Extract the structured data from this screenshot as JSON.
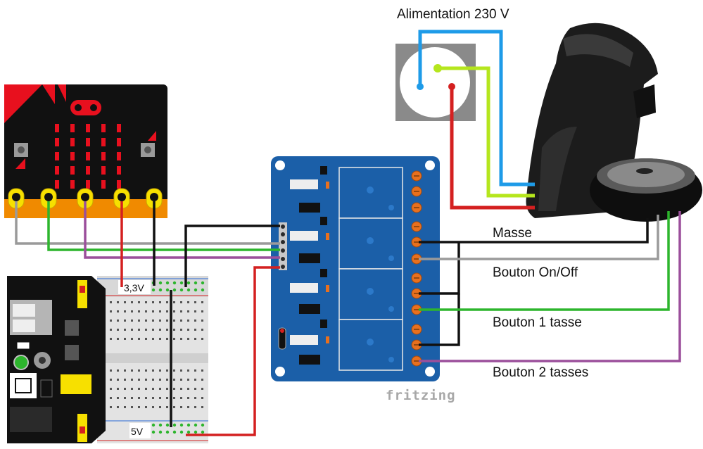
{
  "labels": {
    "power_supply": "Alimentation 230 V",
    "ground": "Masse",
    "button_onoff": "Bouton On/Off",
    "button_1_cup": "Bouton 1 tasse",
    "button_2_cups": "Bouton 2 tasses",
    "rail_3v3": "3,3V",
    "rail_5v": "5V",
    "watermark": "fritzing"
  },
  "colors": {
    "wire_gray": "#9a9a9a",
    "wire_green": "#2db52d",
    "wire_purple": "#9b4f9b",
    "wire_red": "#d42020",
    "wire_black": "#111111",
    "wire_blue": "#1e9be8",
    "wire_yellowgreen": "#b5e61d",
    "relay_board": "#1b5fa8",
    "microbit": "#111111",
    "microbit_accent": "#e8101e",
    "edge_connector": "#f08a00"
  },
  "icons": {
    "microbit": "microbit-board-icon",
    "relay": "relay-module-icon",
    "outlet": "wall-outlet-icon",
    "coffee_machine": "coffee-machine-icon",
    "breadboard": "breadboard-icon",
    "power_module": "breadboard-power-module-icon"
  }
}
